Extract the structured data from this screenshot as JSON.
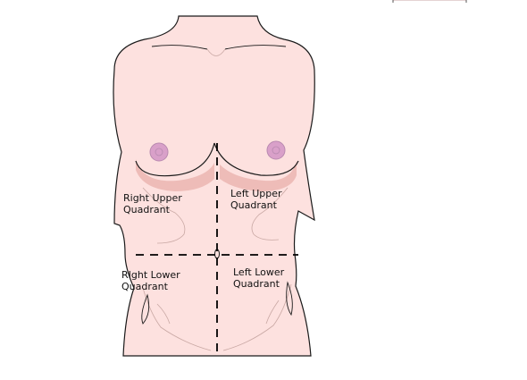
{
  "colors": {
    "skin": "#fde1df",
    "skin_shadow": "#eebcb8",
    "outline": "#1a1a1a",
    "faint_line": "#c9a8a4",
    "areola": "#d9a0c9",
    "areola_stroke": "#b98ab0",
    "dashed_line": "#000000",
    "label": "#111111",
    "background": "#ffffff"
  },
  "labels": {
    "right_upper": [
      "Right Upper",
      "Quadrant"
    ],
    "left_upper": [
      "Left Upper",
      "Quadrant"
    ],
    "right_lower": [
      "RIght Lower",
      "Quadrant"
    ],
    "left_lower": [
      "Left Lower",
      "Quadrant"
    ]
  }
}
